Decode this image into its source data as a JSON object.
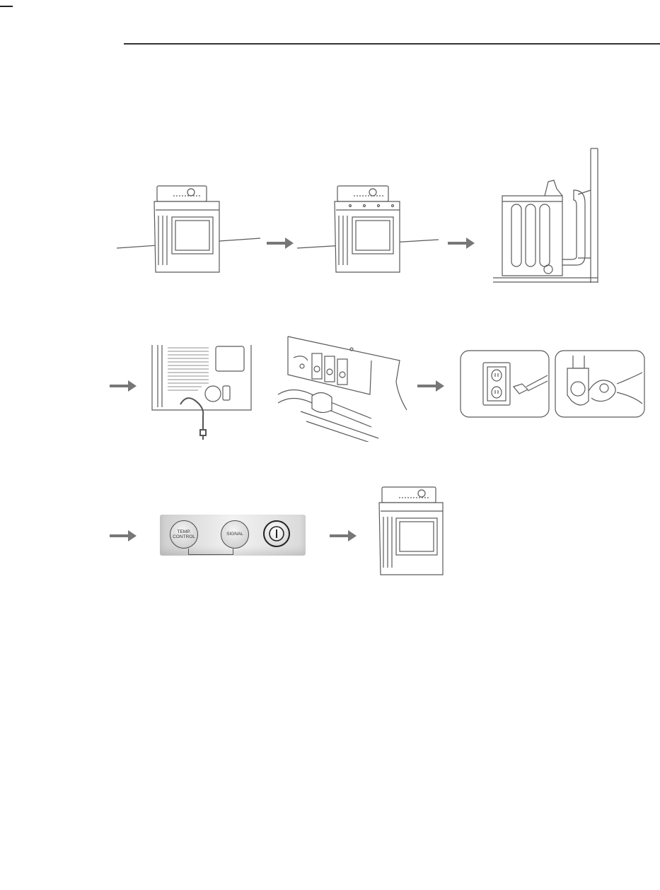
{
  "control_panel": {
    "temp_control_line1": "TEMP.",
    "temp_control_line2": "CONTROL",
    "signal_label": "SIGNAL"
  },
  "icons": {
    "arrow": "right-arrow-icon",
    "power": "power-icon"
  },
  "colors": {
    "line_art": "#5a5a5a",
    "arrow": "#777777",
    "panel": "#e6e6e6"
  }
}
